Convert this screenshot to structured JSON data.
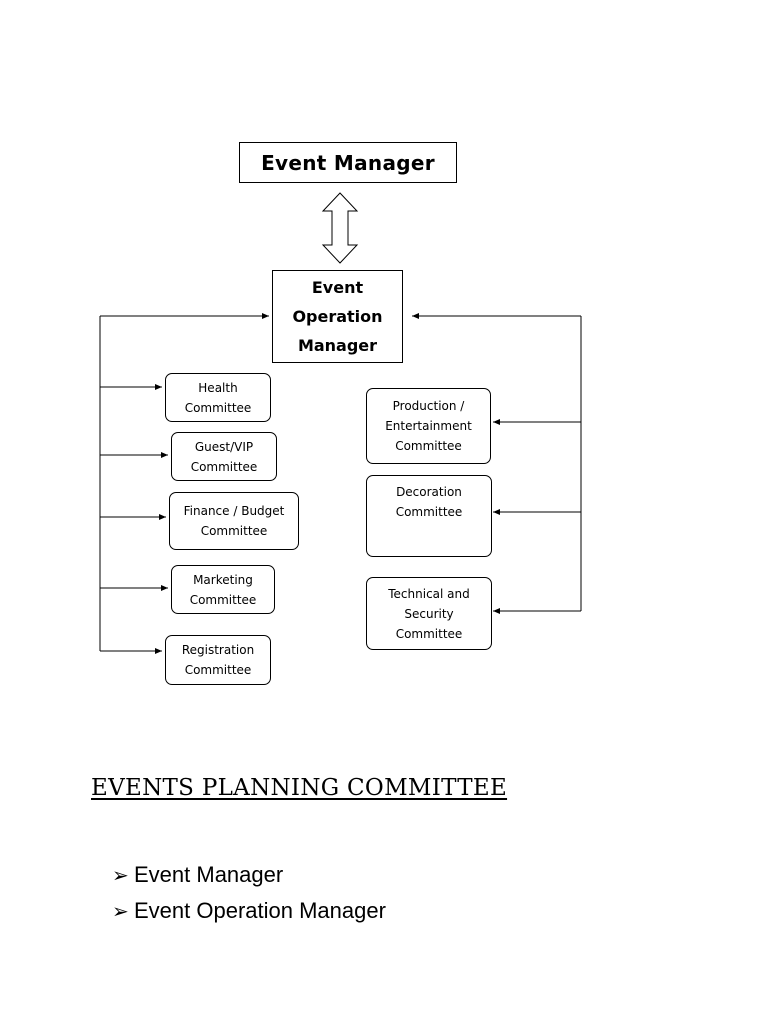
{
  "diagram": {
    "event_manager": "Event Manager",
    "event_operation_manager": "Event\nOperation\nManager",
    "left_committees": [
      "Health\nCommittee",
      "Guest/VIP\nCommittee",
      "Finance / Budget\nCommittee",
      "Marketing\nCommittee",
      "Registration\nCommittee"
    ],
    "right_committees": [
      "Production /\nEntertainment\nCommittee",
      "Decoration\nCommittee",
      "Technical and\nSecurity\nCommittee"
    ]
  },
  "section": {
    "title": "Events Planning Committee",
    "bullet_icon": "arrowhead-bullet-icon",
    "items": [
      "Event Manager",
      "Event Operation Manager"
    ]
  }
}
